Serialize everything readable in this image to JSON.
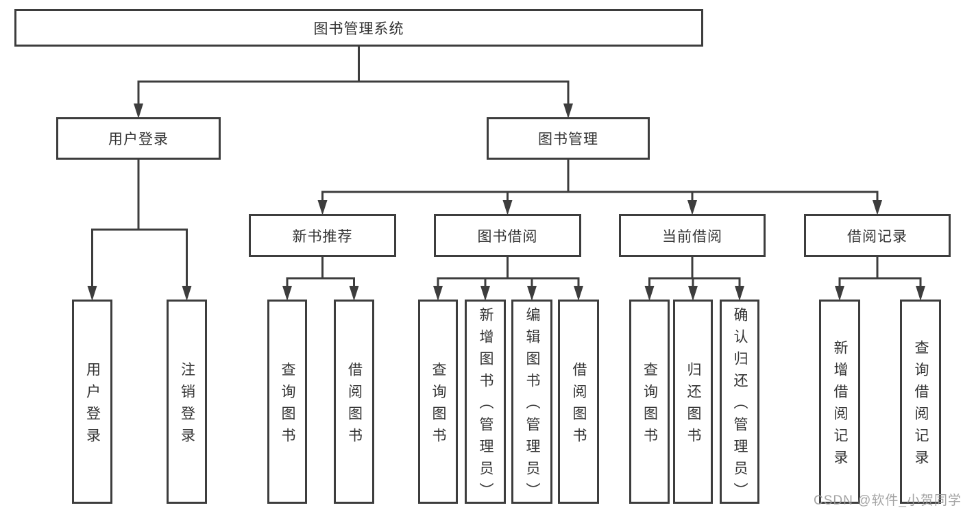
{
  "diagram": {
    "root": {
      "label": "图书管理系统"
    },
    "level1": [
      {
        "label": "用户登录",
        "children": [
          {
            "label": "用户登录"
          },
          {
            "label": "注销登录"
          }
        ]
      },
      {
        "label": "图书管理",
        "children": [
          {
            "label": "新书推荐",
            "children": [
              {
                "label": "查询图书"
              },
              {
                "label": "借阅图书"
              }
            ]
          },
          {
            "label": "图书借阅",
            "children": [
              {
                "label": "查询图书"
              },
              {
                "label": "新增图书（管理员）"
              },
              {
                "label": "编辑图书（管理员）"
              },
              {
                "label": "借阅图书"
              }
            ]
          },
          {
            "label": "当前借阅",
            "children": [
              {
                "label": "查询图书"
              },
              {
                "label": "归还图书"
              },
              {
                "label": "确认归还（管理员）"
              }
            ]
          },
          {
            "label": "借阅记录",
            "children": [
              {
                "label": "新增借阅记录"
              },
              {
                "label": "查询借阅记录"
              }
            ]
          }
        ]
      }
    ]
  },
  "watermark": {
    "text": "CSDN @软件_小贺同学"
  },
  "colors": {
    "line": "#3d3d3d",
    "text": "#333333",
    "background": "#ffffff",
    "watermark": "#9a9a9a"
  }
}
